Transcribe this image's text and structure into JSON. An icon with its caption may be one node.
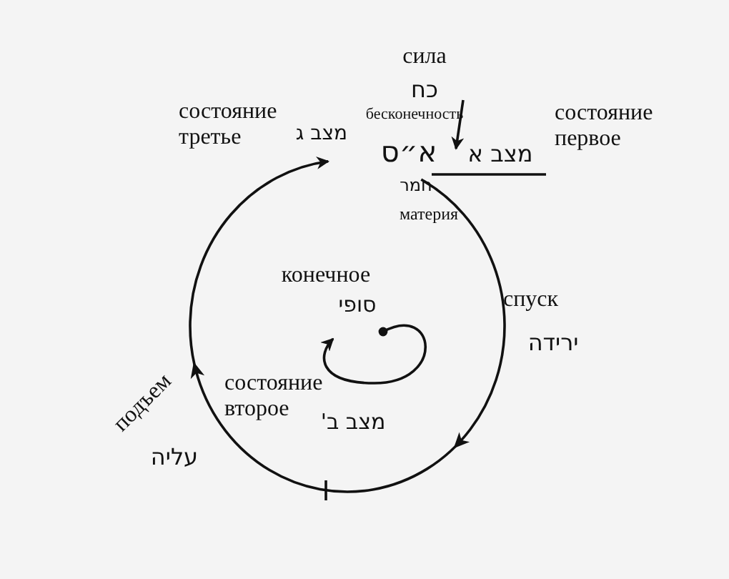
{
  "diagram": {
    "labels": [
      "сила",
      "כח",
      "состояние третье",
      "бесконечность",
      "מצב ג",
      "א״ס",
      "מצב א",
      "состояние первое",
      "חמר",
      "материя",
      "конечное",
      "סופי",
      "спуск",
      "ירידה",
      "подъем",
      "состояние второе",
      "עליה",
      "מצב ב'"
    ]
  }
}
